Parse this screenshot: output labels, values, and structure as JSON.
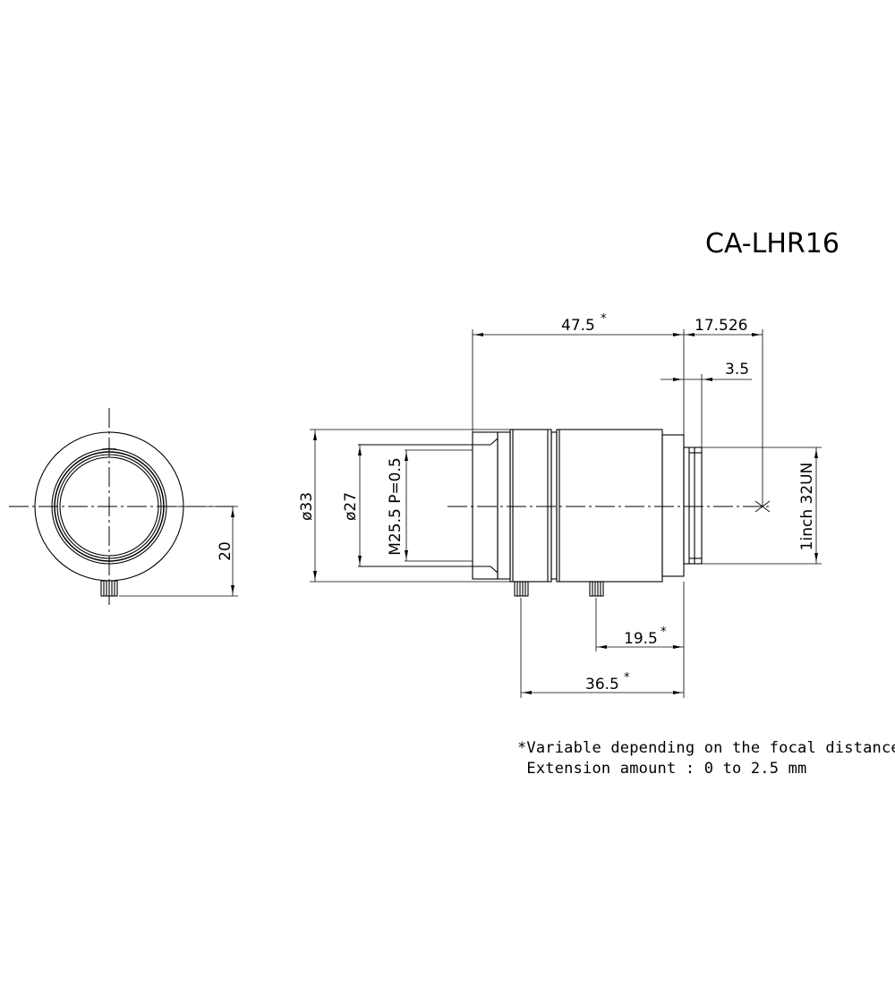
{
  "title": "CA-LHR16",
  "dimensions": {
    "overall_length": "47.5",
    "overall_length_mark": "*",
    "flange_back": "17.526",
    "mount_depth": "3.5",
    "outer_diameter": "ø33",
    "filter_diameter": "ø27",
    "filter_thread": "M25.5  P=0.5",
    "mount_thread": "1inch  32UN",
    "screw_height": "20",
    "focus_screw_pos": "19.5",
    "focus_screw_mark": "*",
    "iris_screw_pos": "36.5",
    "iris_screw_mark": "*"
  },
  "notes": {
    "line1": "*Variable depending on the focal distance.",
    "line2": " Extension amount : 0 to 2.5 mm"
  }
}
